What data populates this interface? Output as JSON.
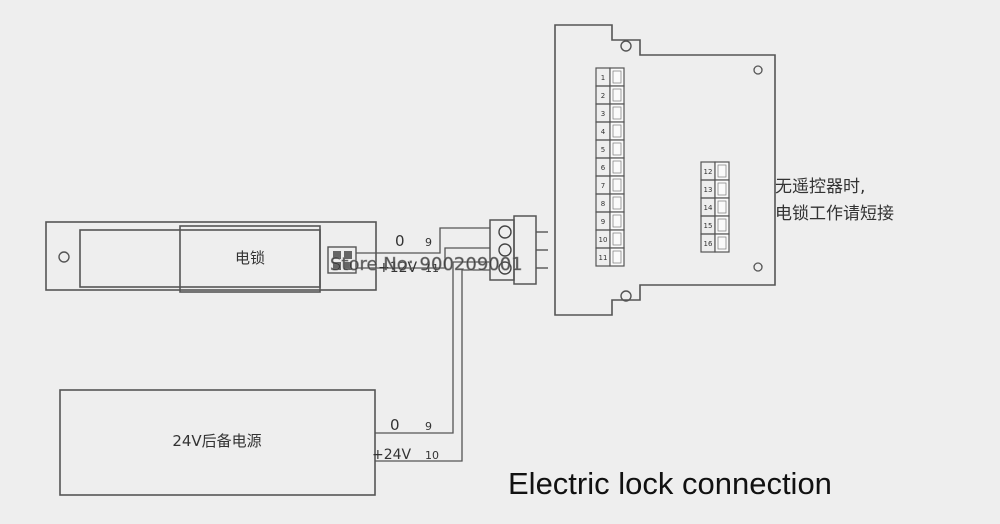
{
  "title": "Electric lock connection",
  "electric_lock": {
    "label": "电锁",
    "terminal_0": "0",
    "terminal_9": "9",
    "terminal_12v": "+12V",
    "terminal_11": "11"
  },
  "backup_power": {
    "label": "24V后备电源",
    "terminal_0": "0",
    "terminal_9": "9",
    "terminal_24v": "+24V",
    "terminal_10": "10"
  },
  "controller": {
    "main_terminals": [
      "1",
      "2",
      "3",
      "4",
      "5",
      "6",
      "7",
      "8",
      "9",
      "10",
      "11"
    ],
    "side_terminals": [
      "12",
      "13",
      "14",
      "15",
      "16"
    ]
  },
  "note": {
    "line1": "无遥控器时,",
    "line2": "电锁工作请短接"
  },
  "watermark": "Store No: 900209001"
}
